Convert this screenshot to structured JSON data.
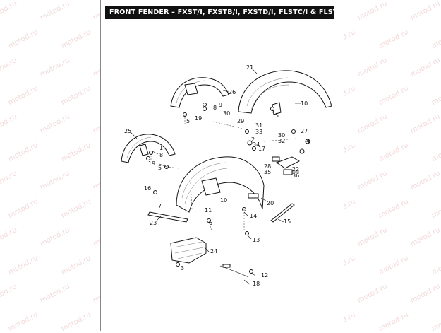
{
  "title": "FRONT FENDER – FXST/I, FXSTB/I, FXSTD/I, FLSTC/I & FLSTF/I",
  "watermark": "motod.ru",
  "colors": {
    "title_bg": "#111111",
    "title_fg": "#ffffff",
    "watermark": "#f1dada",
    "line": "#111111"
  },
  "callouts": {
    "c1": "1",
    "c2": "2",
    "c3": "3",
    "c4": "4",
    "c5a": "5",
    "c5b": "5",
    "c5c": "5",
    "c6": "6",
    "c7": "7",
    "c8a": "8",
    "c8b": "8",
    "c9": "9",
    "c10a": "10",
    "c10b": "10",
    "c11": "11",
    "c12": "12",
    "c13": "13",
    "c14": "14",
    "c15": "15",
    "c16": "16",
    "c17": "17",
    "c18": "18",
    "c19a": "19",
    "c19b": "19",
    "c20": "20",
    "c21": "21",
    "c22": "22",
    "c23": "23",
    "c24": "24",
    "c25": "25",
    "c26": "26",
    "c27": "27",
    "c28": "28",
    "c29": "29",
    "c30a": "30",
    "c30b": "30",
    "c31": "31",
    "c32": "32",
    "c33": "33",
    "c34": "34",
    "c35": "35",
    "c36": "36"
  }
}
